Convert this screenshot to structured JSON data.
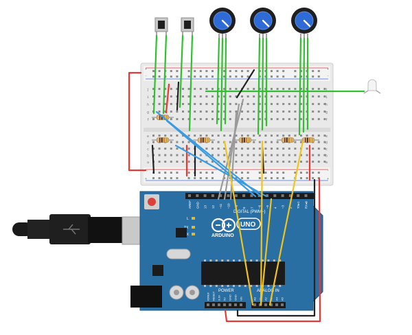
{
  "board": {
    "brand": "ARDUINO",
    "model": "UNO",
    "digital_label": "DIGITAL (PWM~)",
    "power_label": "POWER",
    "analog_label": "ANALOG IN",
    "led_labels": [
      "L",
      "TX",
      "RX"
    ],
    "top_pin_labels": [
      "AREF",
      "GND",
      "13",
      "12",
      "~11",
      "~10",
      "~9",
      "8",
      "7",
      "~6",
      "~5",
      "4",
      "~3",
      "2",
      "TX▸1",
      "RX◂0"
    ],
    "power_pin_labels": [
      "IOREF",
      "RESET",
      "3.3V",
      "5V",
      "GND",
      "GND",
      "Vin"
    ],
    "analog_pin_labels": [
      "A0",
      "A1",
      "A2",
      "A3",
      "A4",
      "A5"
    ]
  },
  "breadboard": {
    "row_letters_top": [
      "j",
      "i",
      "h",
      "g",
      "f"
    ],
    "row_letters_bottom": [
      "e",
      "d",
      "c",
      "b",
      "a"
    ],
    "rail_plus": "+",
    "rail_minus": "-"
  },
  "components": {
    "pushbuttons": 2,
    "potentiometers": 3,
    "resistors": 6,
    "led": 1
  },
  "colors": {
    "wire_green": "#2fbf2f",
    "wire_red": "#e53935",
    "wire_black": "#222222",
    "wire_yellow": "#f2c41b",
    "wire_blue": "#3a9be0",
    "wire_gray": "#9a9a9a",
    "board_blue": "#2a6fa3",
    "breadboard": "#e9e9e9"
  }
}
